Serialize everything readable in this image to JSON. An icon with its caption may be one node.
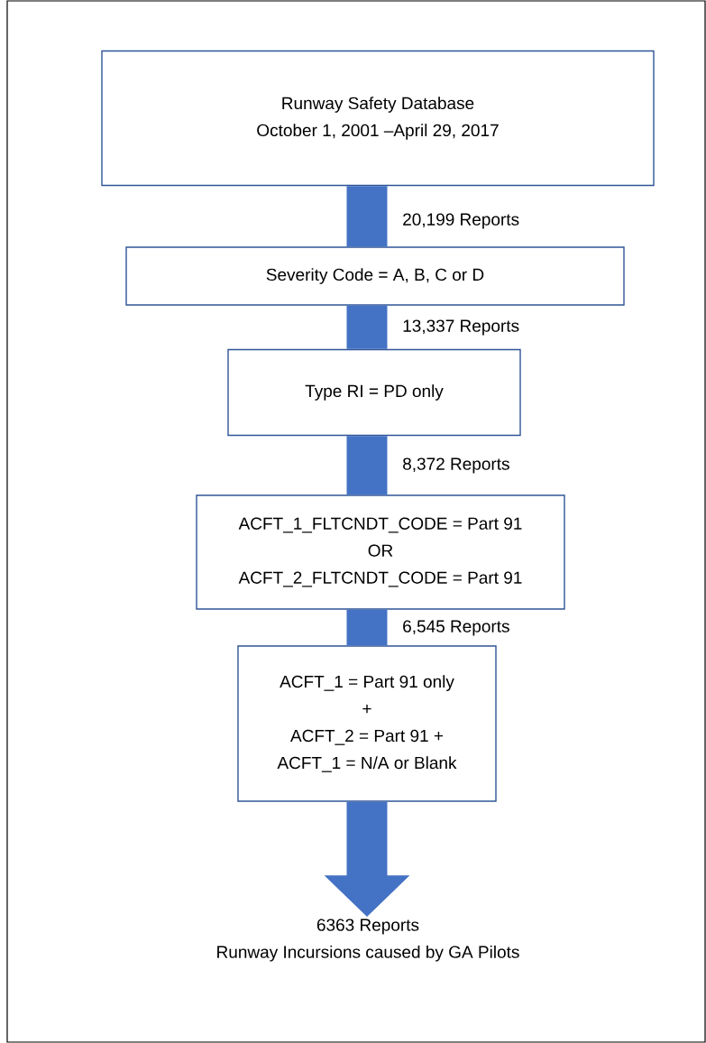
{
  "diagram": {
    "nodes": [
      {
        "text": [
          "Runway Safety Database",
          "October 1, 2001 –April 29, 2017"
        ]
      },
      {
        "text": [
          "Severity Code = A, B, C or D"
        ]
      },
      {
        "text": [
          "Type RI = PD only"
        ]
      },
      {
        "text": [
          "ACFT_1_FLTCNDT_CODE = Part 91",
          "OR",
          "ACFT_2_FLTCNDT_CODE = Part 91"
        ]
      },
      {
        "text": [
          "ACFT_1  = Part 91 only",
          "+",
          "ACFT_2 = Part 91 +",
          "ACFT_1 = N/A or Blank"
        ]
      },
      {
        "text": [
          "6363 Reports",
          "Runway Incursions caused by GA Pilots"
        ]
      }
    ],
    "edges": [
      {
        "from": 0,
        "to": 1,
        "arrow": "none",
        "label": "20,199 Reports"
      },
      {
        "from": 1,
        "to": 2,
        "arrow": "none",
        "label": "13,337  Reports"
      },
      {
        "from": 2,
        "to": 3,
        "arrow": "none",
        "label": "8,372 Reports"
      },
      {
        "from": 3,
        "to": 4,
        "arrow": "none",
        "label": "6,545 Reports"
      },
      {
        "from": 4,
        "to": 5,
        "arrow": "to"
      }
    ]
  }
}
